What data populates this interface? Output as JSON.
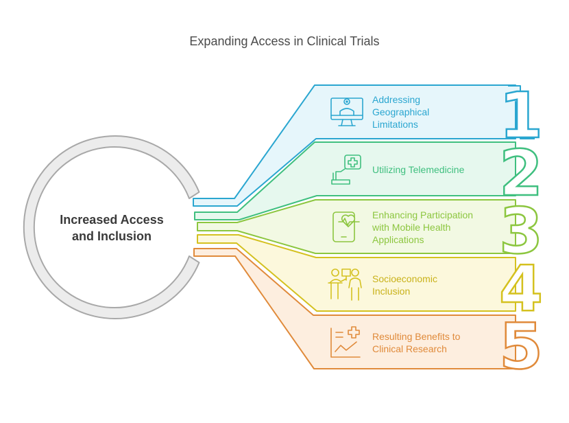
{
  "title": "Expanding Access in Clinical Trials",
  "hub": {
    "line1": "Increased Access",
    "line2": "and Inclusion"
  },
  "colors": {
    "blue": "#2aa6d0",
    "green": "#3fbf7f",
    "lime": "#8cc63f",
    "yellow": "#d4c11f",
    "orange": "#e08a3a",
    "hub_ring": "#a8a8a8"
  },
  "items": [
    {
      "number": "1",
      "lines": [
        "Addressing",
        "Geographical",
        "Limitations"
      ],
      "icon": "monitor-user-icon"
    },
    {
      "number": "2",
      "lines": [
        "Utilizing Telemedicine"
      ],
      "icon": "laptop-medical-cross-icon"
    },
    {
      "number": "3",
      "lines": [
        "Enhancing Participation",
        "with Mobile Health",
        "Applications"
      ],
      "icon": "phone-heartbeat-icon"
    },
    {
      "number": "4",
      "lines": [
        "Socioeconomic",
        "Inclusion"
      ],
      "icon": "people-presentation-icon"
    },
    {
      "number": "5",
      "lines": [
        "Resulting Benefits to",
        "Clinical Research"
      ],
      "icon": "chart-plus-icon"
    }
  ]
}
